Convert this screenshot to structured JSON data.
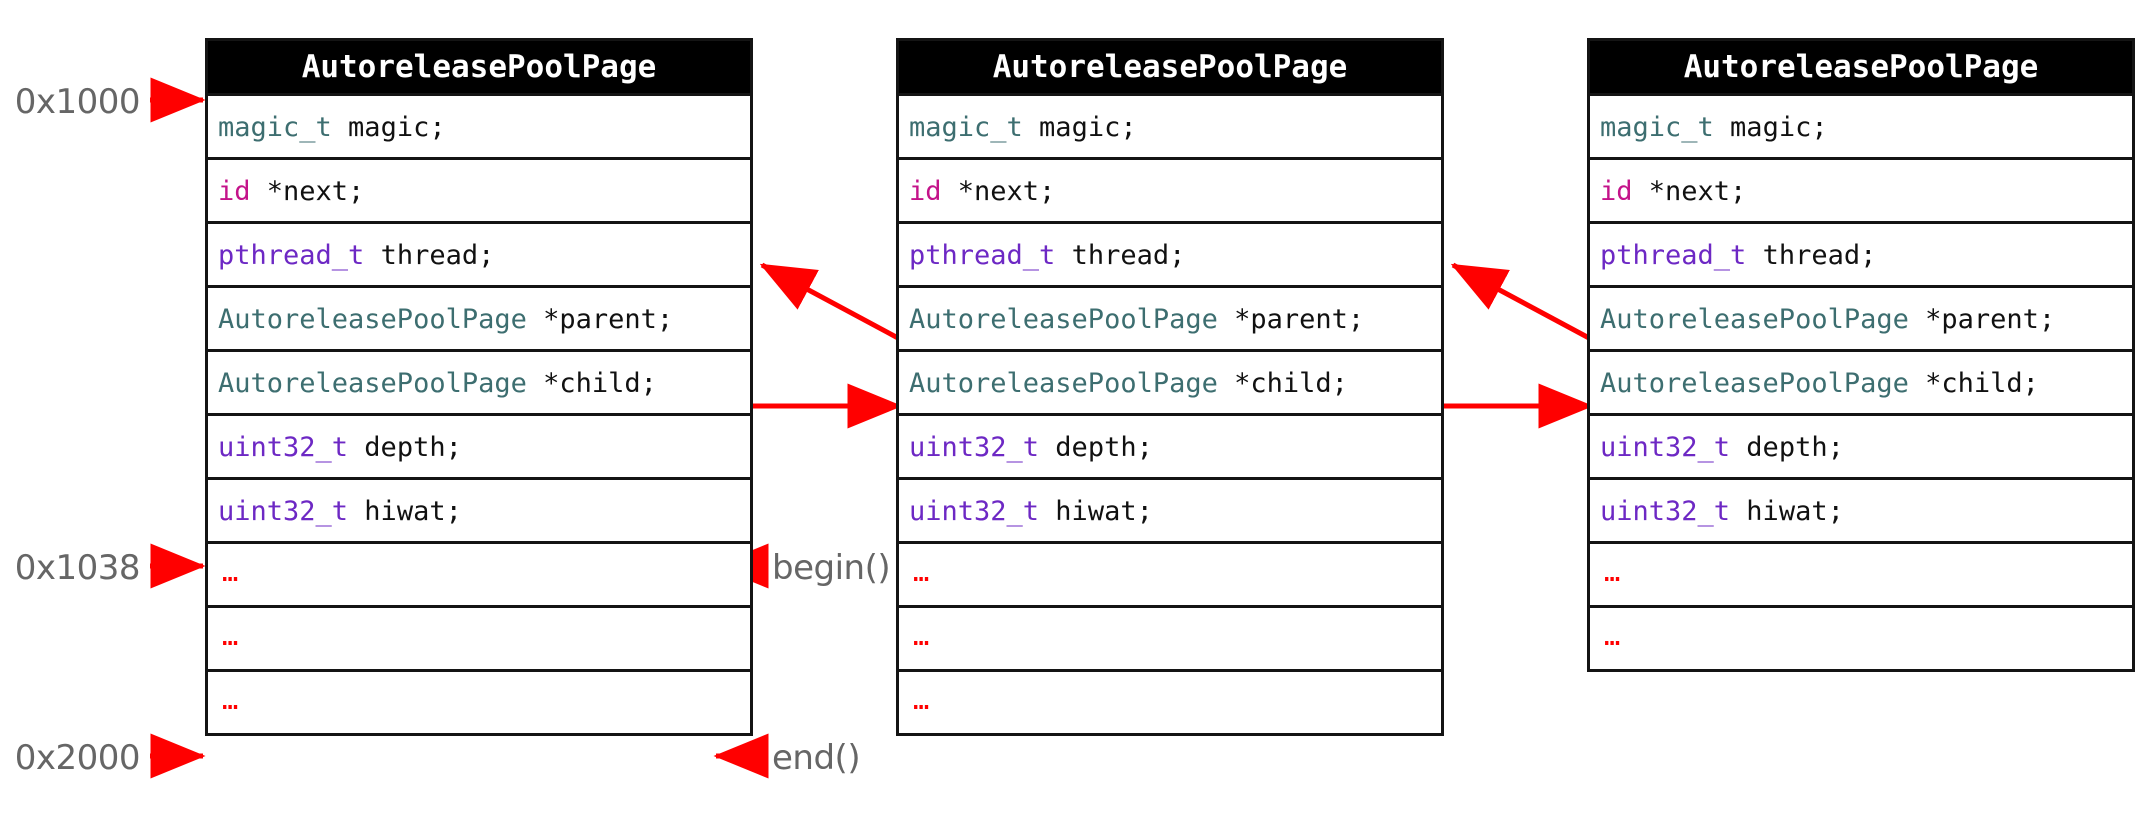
{
  "diagram": {
    "title_bar_label": "AutoreleasePoolPage",
    "colors": {
      "header_bg": "#000000",
      "header_text": "#ffffff",
      "arrow_red": "#ff0000",
      "type_teal": "#3d6e70",
      "type_magenta": "#c4138a",
      "type_purple": "#6d28c4",
      "label_gray": "#666666",
      "border": "#141414"
    },
    "ellipsis_glyph": "…"
  },
  "address_labels": [
    {
      "text": "0x1000",
      "target": "top-of-page-1"
    },
    {
      "text": "0x1038",
      "target": "begin-of-page-1"
    },
    {
      "text": "0x2000",
      "target": "end-of-page-1"
    }
  ],
  "function_labels": [
    {
      "text": "begin()"
    },
    {
      "text": "end()"
    }
  ],
  "fields": [
    {
      "type": "magic_t",
      "type_color": "teal",
      "name": " magic;"
    },
    {
      "type": "id",
      "type_color": "magenta",
      "name": " *next;"
    },
    {
      "type": "pthread_t",
      "type_color": "purple",
      "name": " thread;"
    },
    {
      "type": "AutoreleasePoolPage",
      "type_color": "teal",
      "name": " *parent;"
    },
    {
      "type": "AutoreleasePoolPage",
      "type_color": "teal",
      "name": " *child;"
    },
    {
      "type": "uint32_t",
      "type_color": "purple",
      "name": " depth;"
    },
    {
      "type": "uint32_t",
      "type_color": "purple",
      "name": " hiwat;"
    }
  ],
  "pages": [
    {
      "id": "page-1",
      "header": "AutoreleasePoolPage",
      "ellipsis_rows": 3
    },
    {
      "id": "page-2",
      "header": "AutoreleasePoolPage",
      "ellipsis_rows": 3
    },
    {
      "id": "page-3",
      "header": "AutoreleasePoolPage",
      "ellipsis_rows": 2
    }
  ],
  "connections": [
    {
      "from": "page-1-child",
      "to": "page-2-left-edge",
      "kind": "child-pointer",
      "direction": "right"
    },
    {
      "from": "page-2-child",
      "to": "page-3-left-edge",
      "kind": "child-pointer",
      "direction": "right"
    },
    {
      "from": "page-2-parent",
      "to": "page-1-thread",
      "kind": "parent-pointer",
      "direction": "left"
    },
    {
      "from": "page-3-parent",
      "to": "page-2-thread",
      "kind": "parent-pointer",
      "direction": "left"
    }
  ]
}
